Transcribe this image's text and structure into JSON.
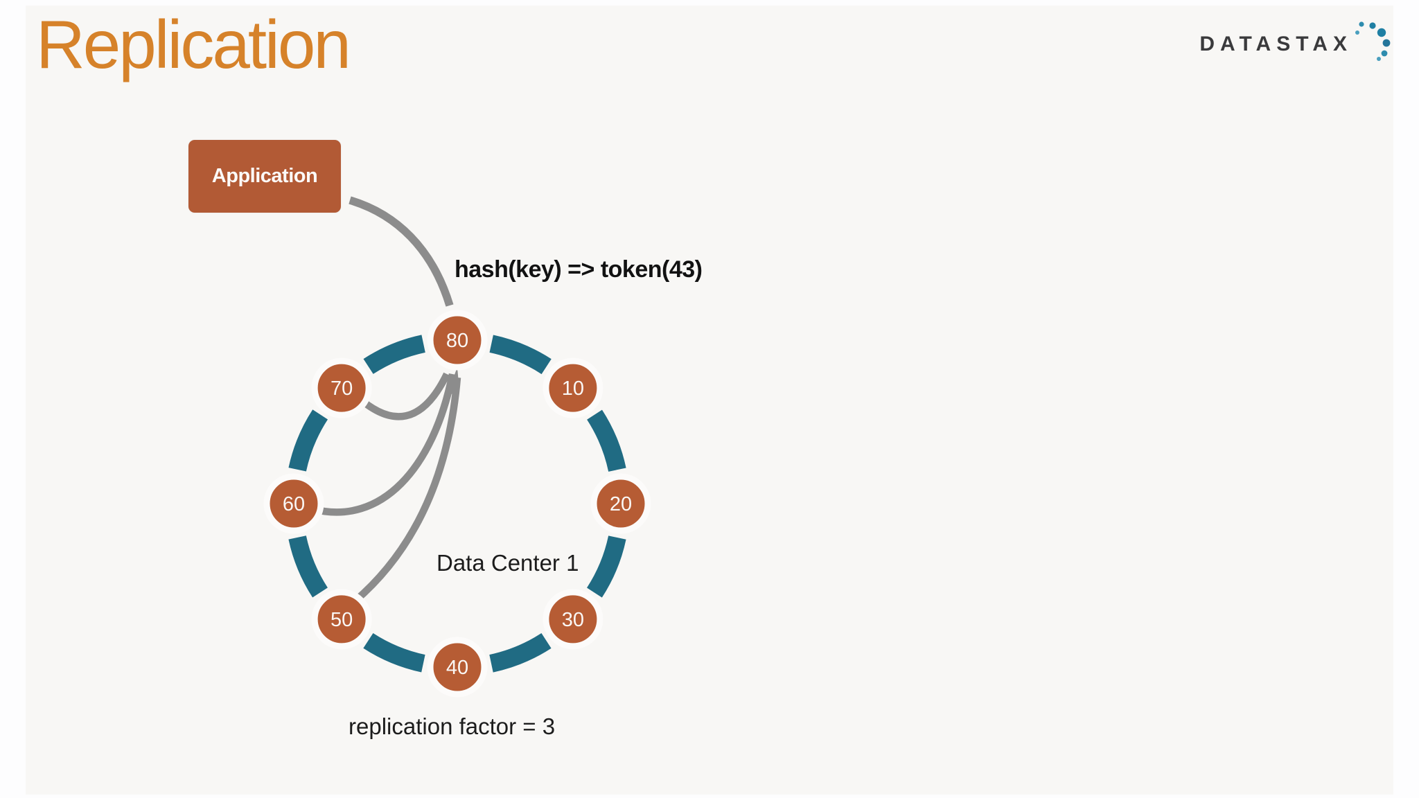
{
  "slide": {
    "title": "Replication",
    "title_color": "#D6822A",
    "background_color": "#F8F7F5"
  },
  "logo": {
    "wordmark": "DATASTAX",
    "dots_color": "#1F7FA3"
  },
  "diagram": {
    "application_label": "Application",
    "hash_annotation": "hash(key) => token(43)",
    "datacenter_label": "Data Center 1",
    "replication_note": "replication factor = 3",
    "app_box_color": "#B25A35",
    "ring": {
      "node_color": "#B65C34",
      "ring_color": "#206B83",
      "arrow_color": "#8C8C8C",
      "coordinator_node": "80",
      "replica_nodes": [
        "70",
        "60",
        "50"
      ],
      "nodes": [
        {
          "label": "80",
          "angle": 90
        },
        {
          "label": "10",
          "angle": 45
        },
        {
          "label": "20",
          "angle": 0
        },
        {
          "label": "30",
          "angle": -45
        },
        {
          "label": "40",
          "angle": -90
        },
        {
          "label": "50",
          "angle": -135
        },
        {
          "label": "60",
          "angle": 180
        },
        {
          "label": "70",
          "angle": 135
        }
      ]
    }
  }
}
